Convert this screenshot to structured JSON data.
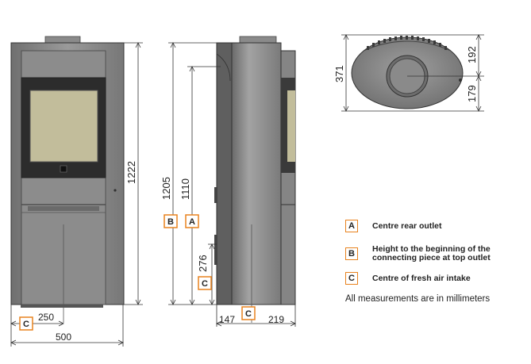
{
  "badges": {
    "a": "A",
    "b": "B",
    "c": "C"
  },
  "dimensions": {
    "total_height": "1222",
    "top_outlet_height": "1205",
    "rear_outlet_height": "1110",
    "fresh_air_height": "276",
    "front_air_offset": "250",
    "width": "500",
    "side_offset": "147",
    "side_depth": "219",
    "top_depth": "371",
    "top_front": "192",
    "top_rear": "179"
  },
  "legend": [
    {
      "badge": "A",
      "text": "Centre rear outlet"
    },
    {
      "badge": "B",
      "text": "Height to the beginning of the connecting piece at top outlet"
    },
    {
      "badge": "C",
      "text": "Centre of fresh air intake"
    }
  ],
  "note": "All measurements are in millimeters",
  "colors": {
    "stove_body": "#8e8e8e",
    "stove_dark": "#5f5f5f",
    "glass": "#c2bd9b",
    "badge_border": "#e8821e"
  }
}
